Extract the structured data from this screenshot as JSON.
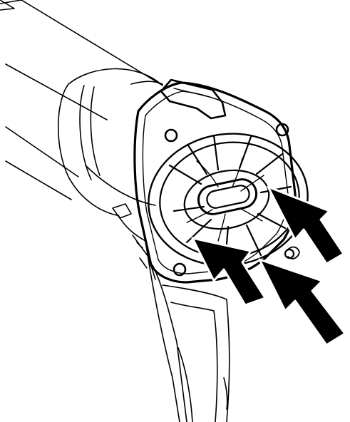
{
  "figure": {
    "colors": {
      "line": "#000000",
      "background": "#ffffff",
      "arrow": "#000000"
    },
    "arrow_count": 3,
    "icons": [
      "blower-tube",
      "intake-guard",
      "impeller",
      "airflow-arrow",
      "handle"
    ]
  }
}
